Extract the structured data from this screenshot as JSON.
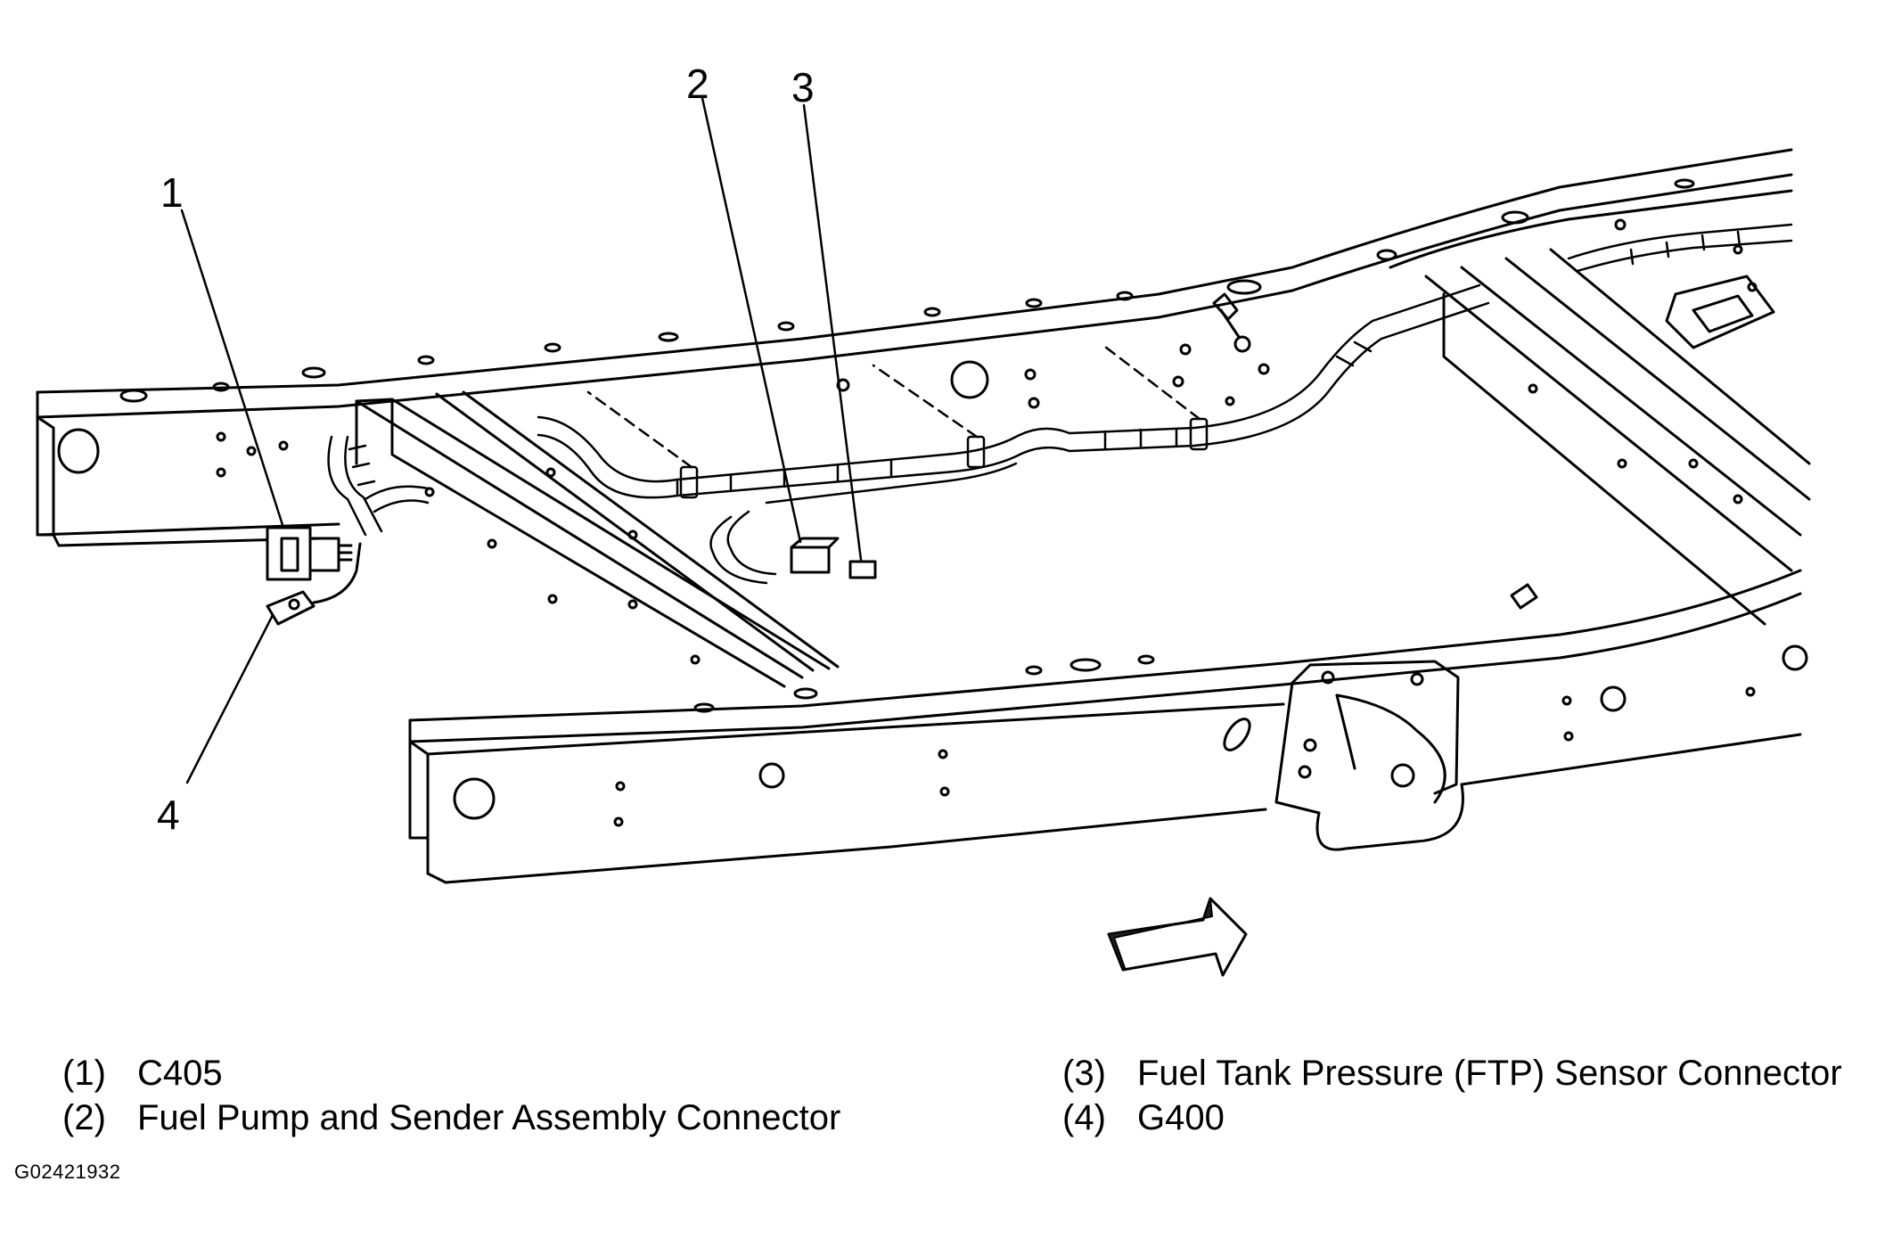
{
  "callouts": [
    {
      "id": "1",
      "label": "1"
    },
    {
      "id": "2",
      "label": "2"
    },
    {
      "id": "3",
      "label": "3"
    },
    {
      "id": "4",
      "label": "4"
    }
  ],
  "legend": [
    {
      "num": "(1)",
      "text": "C405"
    },
    {
      "num": "(2)",
      "text": "Fuel Pump and Sender Assembly Connector"
    },
    {
      "num": "(3)",
      "text": "Fuel Tank Pressure (FTP) Sensor Connector"
    },
    {
      "num": "(4)",
      "text": "G400"
    }
  ],
  "figure_id": "G02421932",
  "icons": {
    "direction_arrow": "forward-arrow-icon"
  }
}
